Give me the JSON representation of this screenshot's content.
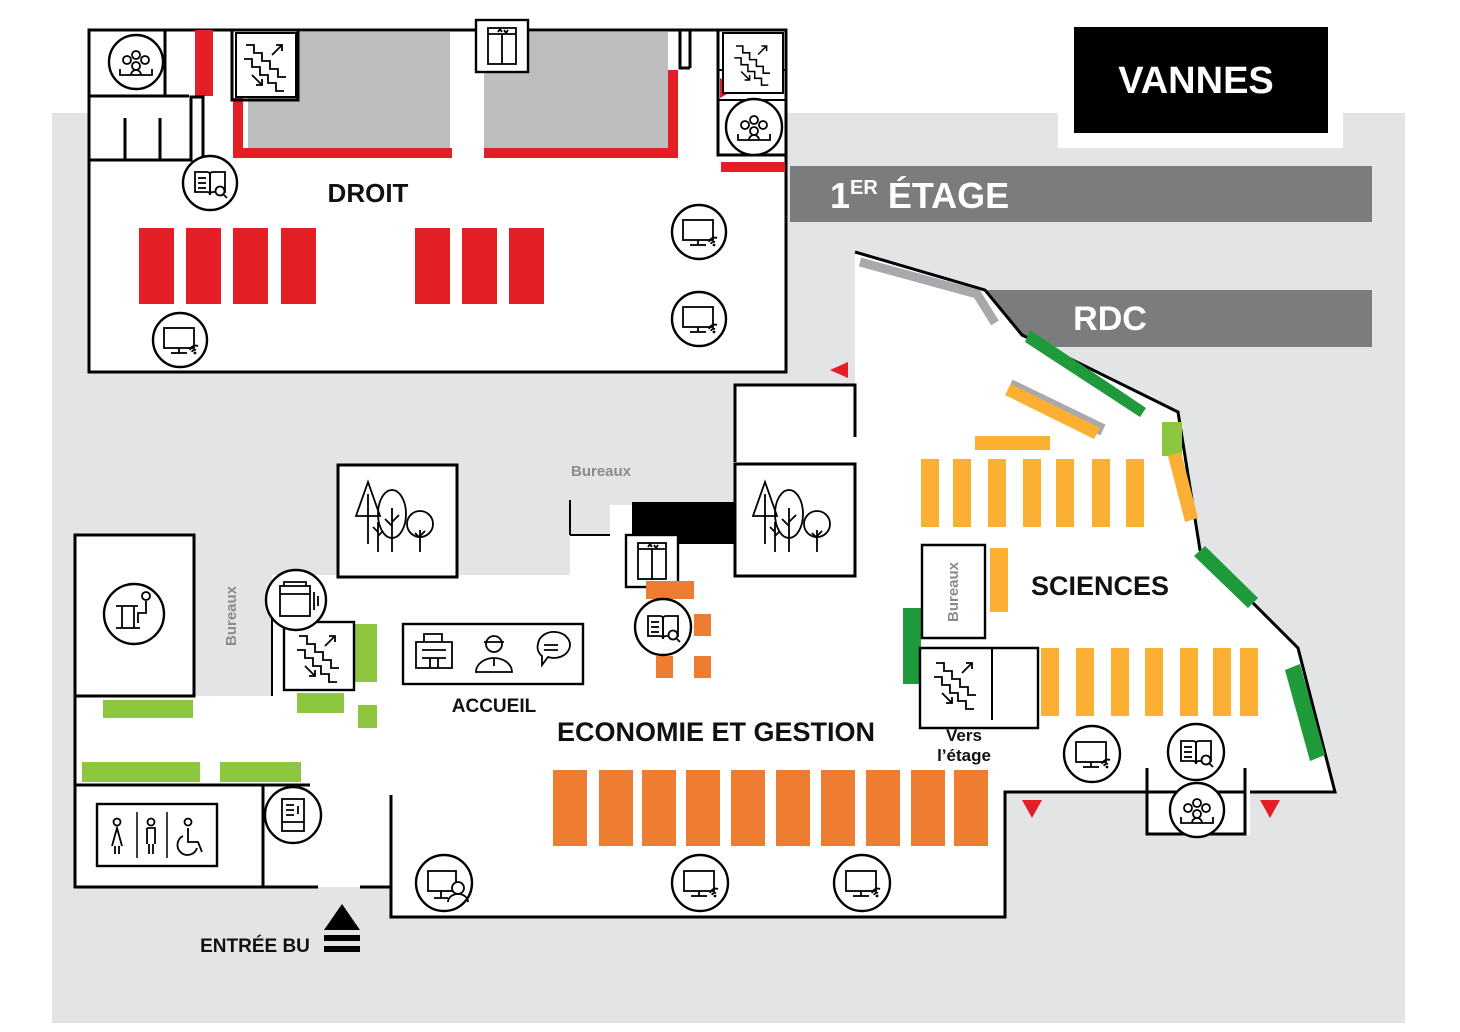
{
  "campus_title": "VANNES",
  "floor_tabs": {
    "upper": {
      "main": "1",
      "sup": "ER",
      "rest": " ÉTAGE"
    },
    "ground": "RDC"
  },
  "zones": {
    "droit": "DROIT",
    "sciences": "SCIENCES",
    "economie": "ECONOMIE ET GESTION",
    "accueil": "ACCUEIL"
  },
  "labels": {
    "bureaux_top": "Bureaux",
    "bureaux_left": "Bureaux",
    "bureaux_sciences": "Bureaux",
    "vers_line1": "Vers",
    "vers_line2": "l’étage",
    "entree": "ENTRÉE BU"
  },
  "colors": {
    "droit": "#e31e24",
    "economie": "#ef7d31",
    "sciences": "#fbb034",
    "green_dark": "#1f9a3a",
    "green_light": "#8dc63f",
    "floor_grey": "#e3e4e6",
    "tab_grey": "#7b7c7e"
  },
  "icons": [
    "group-room-icon",
    "stairs-icon",
    "elevator-icon",
    "catalog-icon",
    "wifi-computer-icon",
    "tree-icon",
    "printer-icon",
    "study-desk-icon",
    "toilets-icon",
    "vending-machine-icon",
    "reception-icon",
    "librarian-icon",
    "help-chat-icon",
    "computer-user-icon",
    "entrance-arrow-icon"
  ]
}
